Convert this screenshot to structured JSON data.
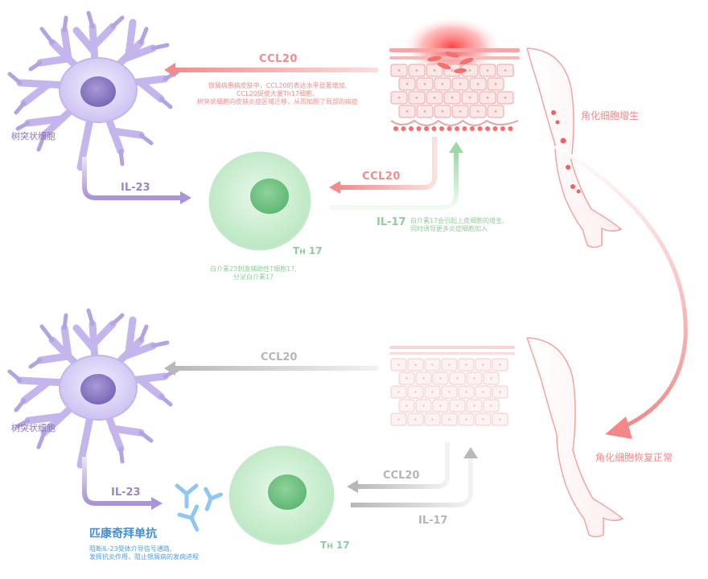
{
  "colors": {
    "purple": "#9b86c9",
    "red": "#f28c8c",
    "green": "#8ccf98",
    "gray": "#bdbdbd",
    "blue": "#4e9ee6"
  },
  "top": {
    "dc_label": "树突状细胞",
    "il23": "IL-23",
    "ccl20_long": "CCL20",
    "ccl20_short": "CCL20",
    "il17": "IL-17",
    "th17_main": "T",
    "th17_sub": "H",
    "th17_num": " 17",
    "skin_label": "角化细胞增生",
    "note_ccl20": [
      "银屑病患病皮肤中，CCL20的表达水平显著增加,",
      "CCL20促使大量Th17细胞、",
      "树突状细胞向皮肤炎症区域迁移，从而加剧了局部的病症"
    ],
    "note_il23": [
      "白介素23刺激辅助性T细胞17,",
      "分泌白介素17"
    ],
    "note_il17": [
      "白介素17会引起上皮细胞的增生,",
      "同时诱导更多炎症细胞加入"
    ]
  },
  "bottom": {
    "dc_label": "树突状细胞",
    "il23": "IL-23",
    "ccl20_long": "CCL20",
    "ccl20_short": "CCL20",
    "il17": "IL-17",
    "th17_main": "T",
    "th17_sub": "H",
    "th17_num": " 17",
    "skin_label": "角化细胞恢复正常",
    "drug_name": "匹康奇拜单抗",
    "drug_note": [
      "阻断IL-23受体介导信号通路,",
      "发挥抗炎作用，阻止银屑病的发病进程"
    ]
  },
  "icons": [
    "dendritic-cell-icon",
    "th17-cell-icon",
    "skin-layer-icon",
    "arm-icon",
    "antibody-icon",
    "arrow-icon"
  ]
}
